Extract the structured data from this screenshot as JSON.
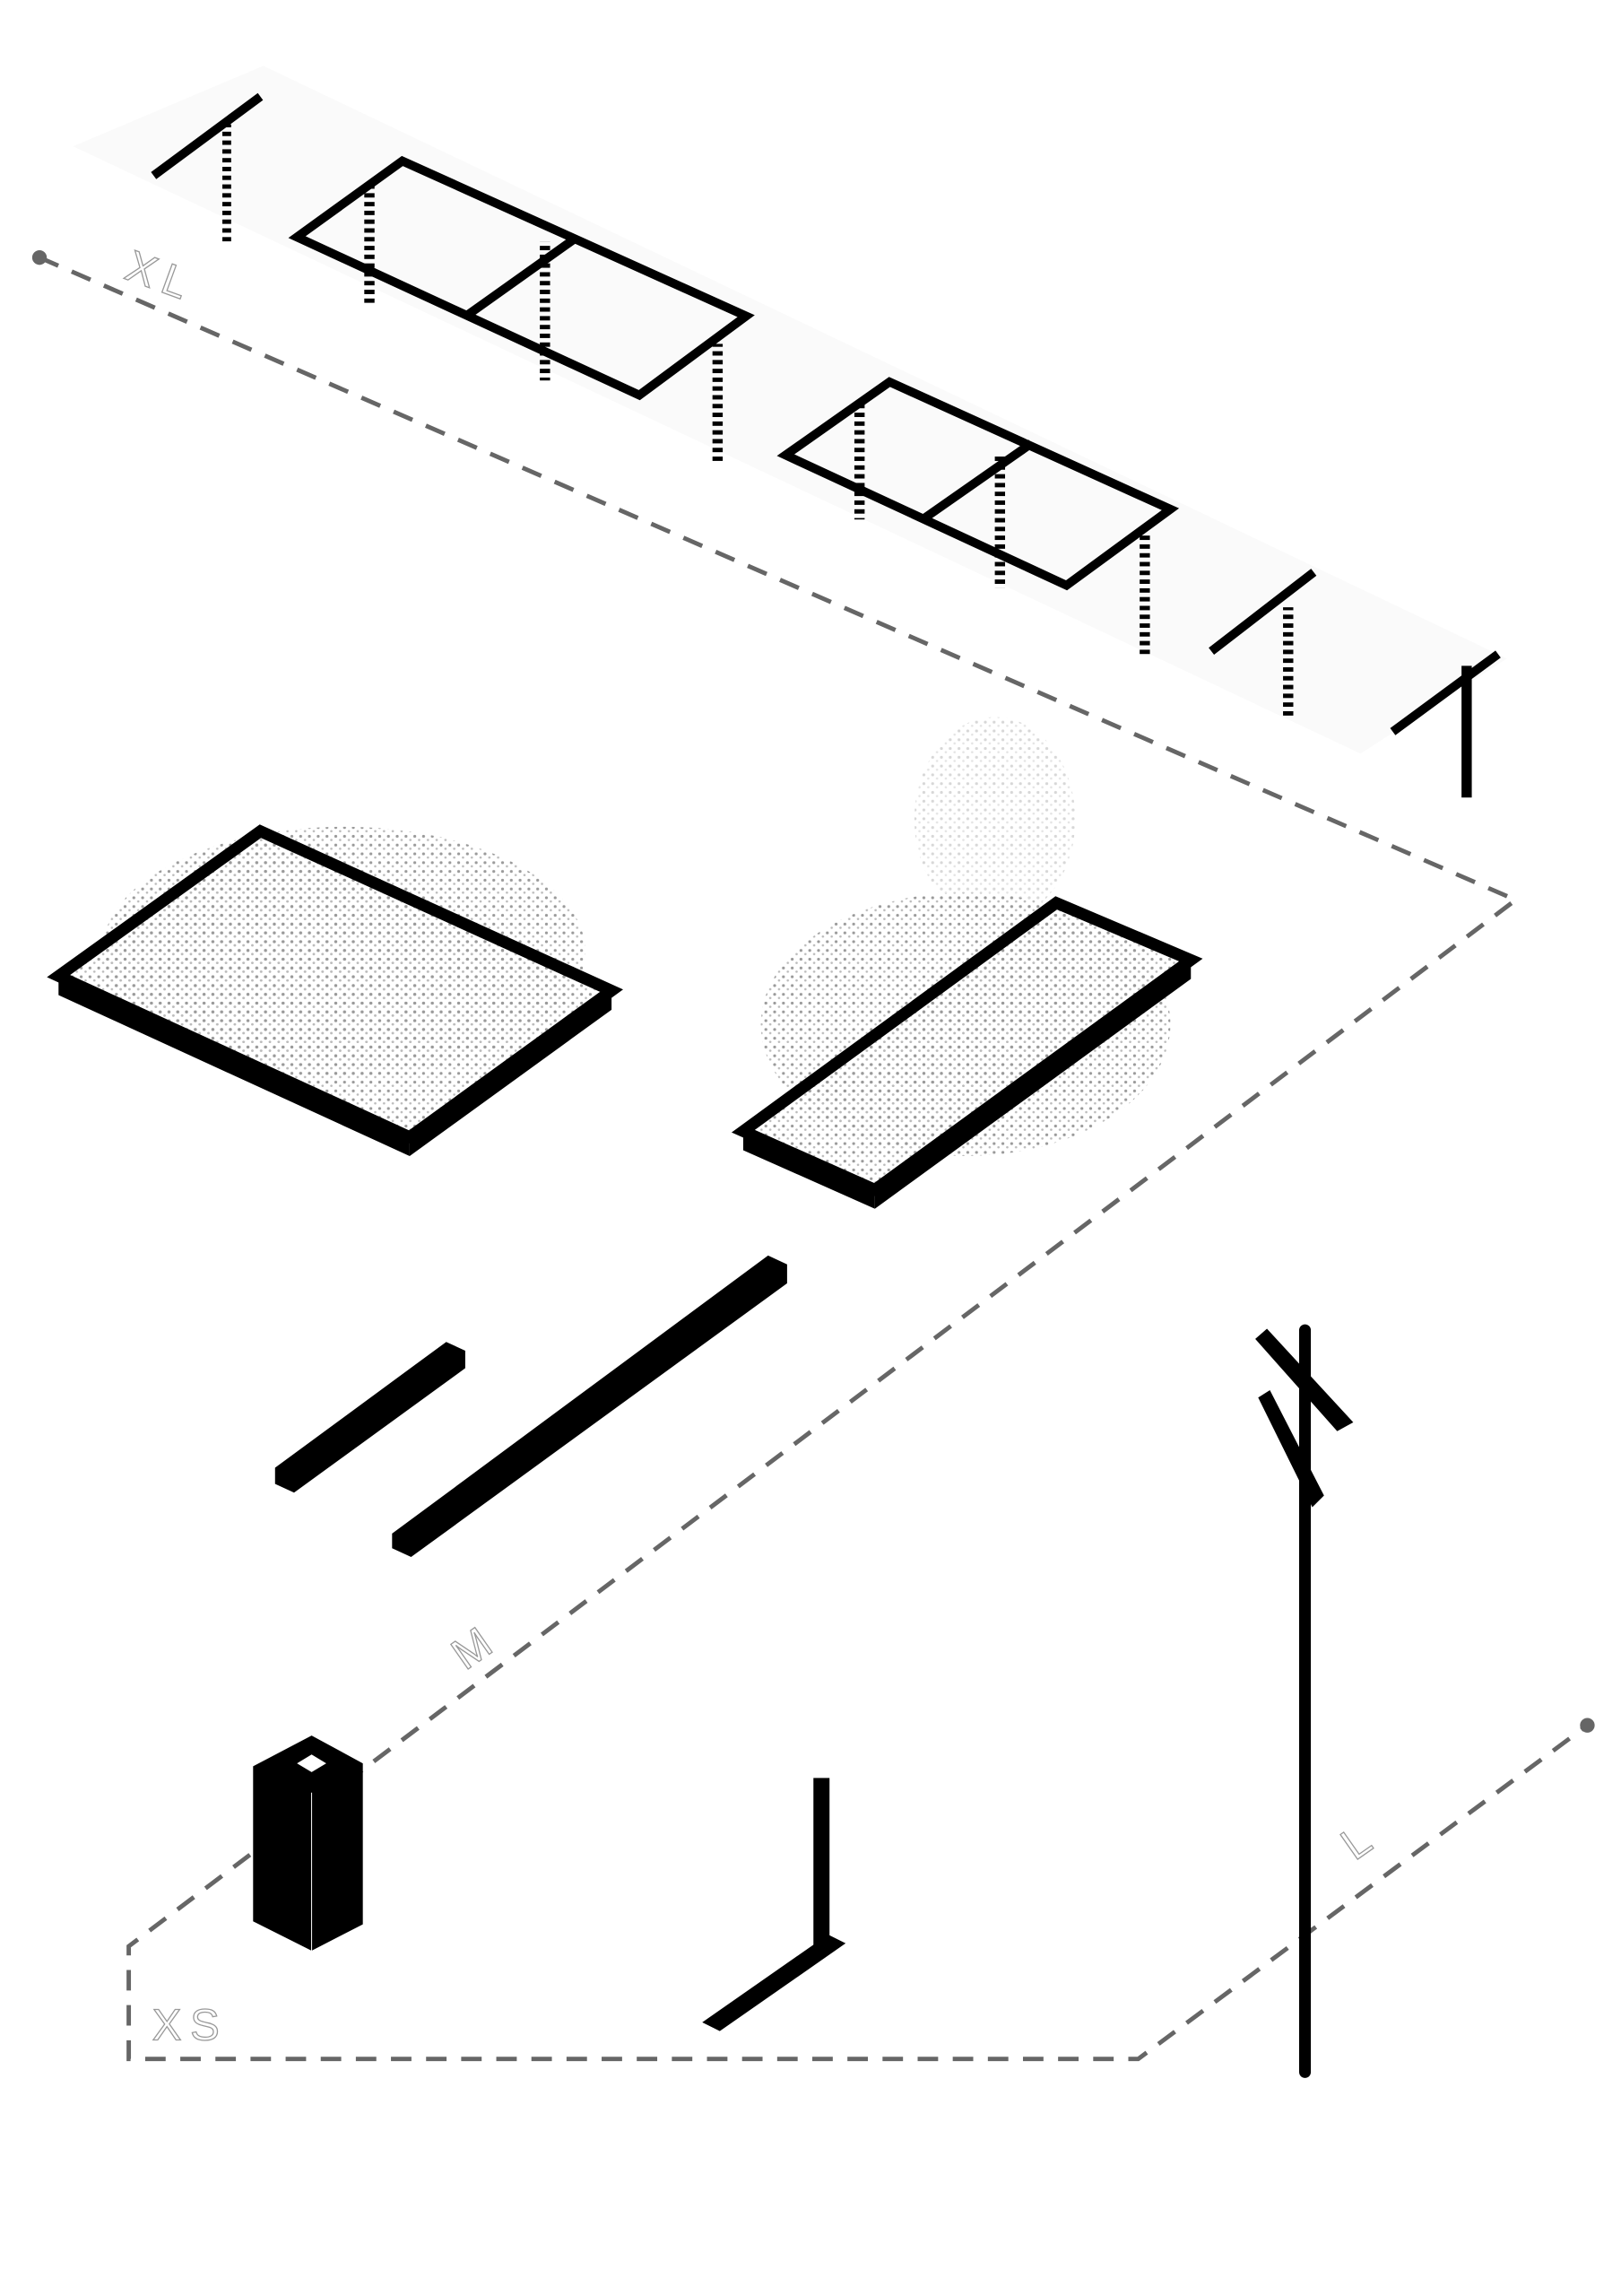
{
  "labels": {
    "xl": "XL",
    "m": "M",
    "l": "L",
    "xs": "XS"
  },
  "colors": {
    "ink": "#000000",
    "dash": "#666666",
    "foliage": "#9a9a9a",
    "label_outline": "#999999"
  }
}
